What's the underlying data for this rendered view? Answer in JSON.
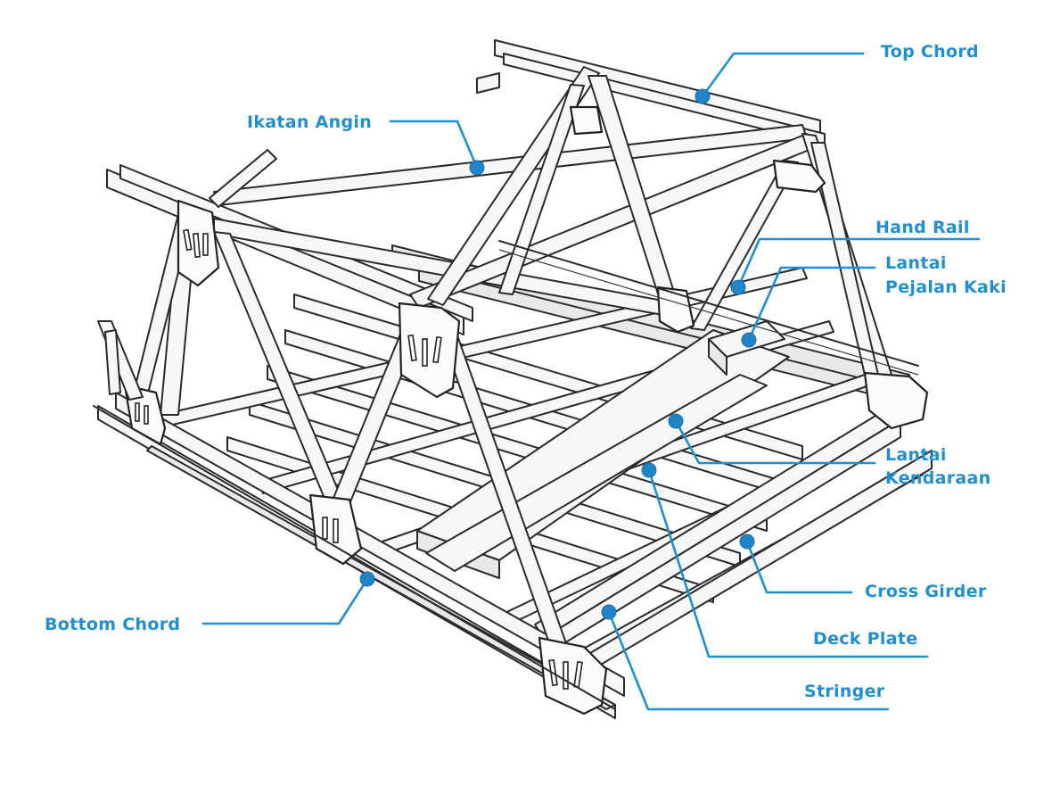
{
  "labels": {
    "top_chord": "Top Chord",
    "ikatan_angin": "Ikatan Angin",
    "hand_rail": "Hand Rail",
    "lantai_pejalan_kaki_1": "Lantai",
    "lantai_pejalan_kaki_2": "Pejalan Kaki",
    "lantai_kendaraan_1": "Lantai",
    "lantai_kendaraan_2": "Kendaraan",
    "cross_girder": "Cross Girder",
    "deck_plate": "Deck Plate",
    "stringer": "Stringer",
    "bottom_chord": "Bottom Chord"
  },
  "colors": {
    "label": "#1f8fd0",
    "marker": "#1f84c8",
    "structure_line": "#2a2a2a"
  }
}
